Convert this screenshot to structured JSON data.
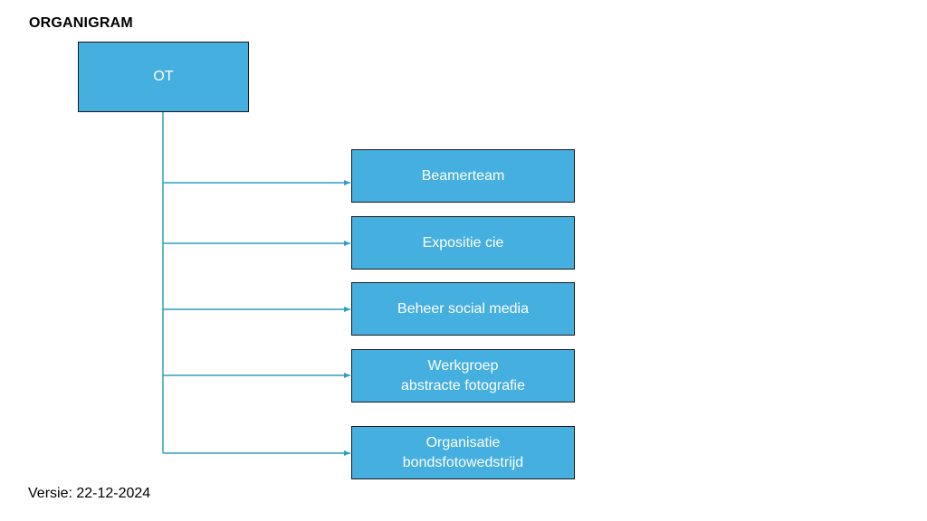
{
  "title": "ORGANIGRAM",
  "version": "Versie: 22-12-2024",
  "colors": {
    "box_fill": "#45AFE0",
    "connector": "#2EA1B8",
    "box_border": "#1a1a1a"
  },
  "root": {
    "label": "OT"
  },
  "children": [
    {
      "label": "Beamerteam"
    },
    {
      "label": "Expositie cie"
    },
    {
      "label": "Beheer social media"
    },
    {
      "label": "Werkgroep\nabstracte fotografie"
    },
    {
      "label": "Organisatie\nbondsfotowedstrijd"
    }
  ]
}
